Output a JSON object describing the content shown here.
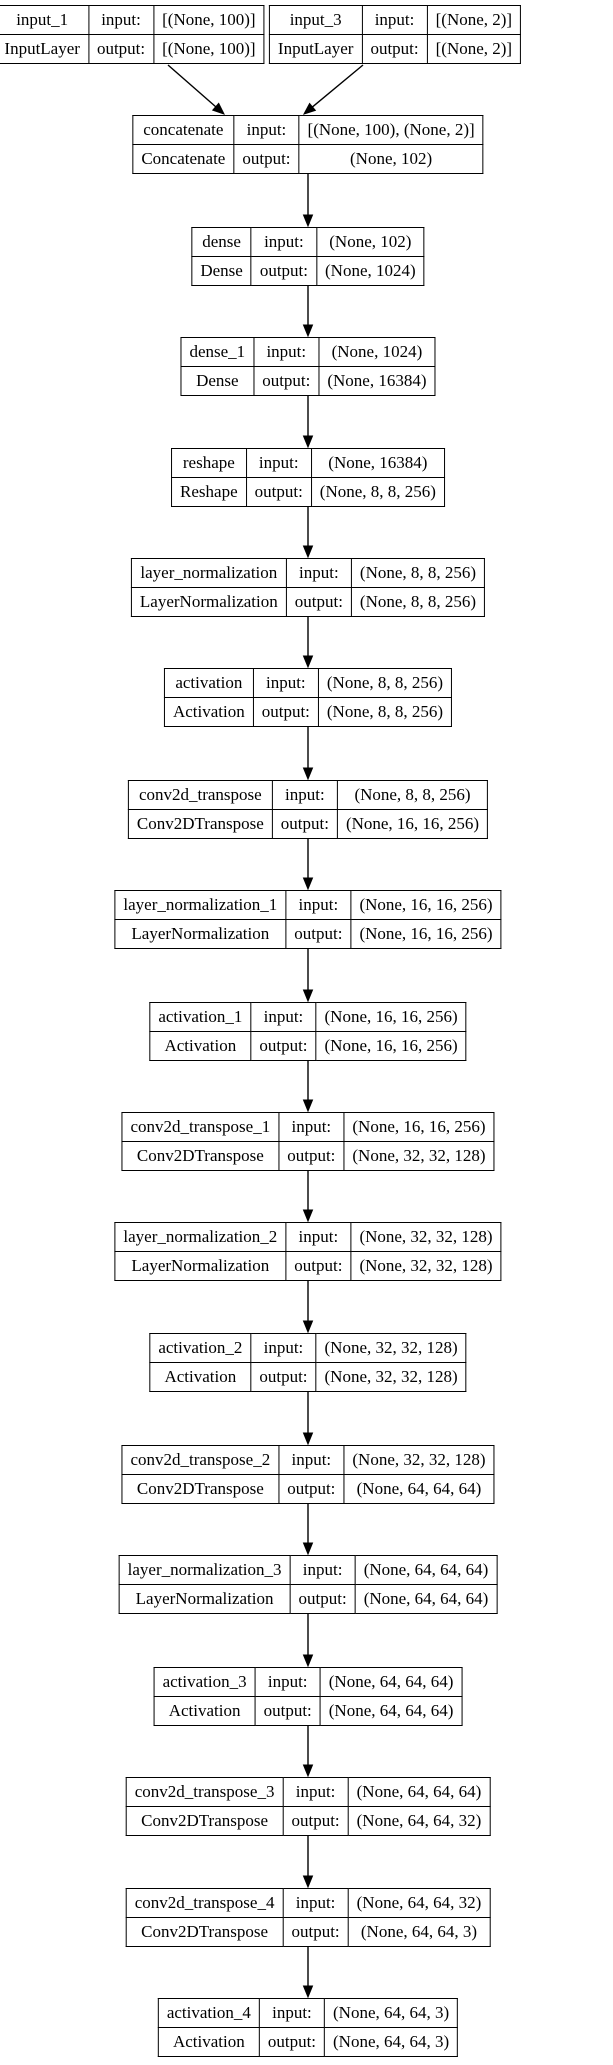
{
  "diagram": {
    "kind": "keras-model-architecture-graph",
    "background_color": "#ffffff",
    "node_border_color": "#000000",
    "text_color": "#000000",
    "labels": {
      "input": "input:",
      "output": "output:"
    },
    "nodes": [
      {
        "name": "input_1",
        "class": "InputLayer",
        "input": "[(None, 100)]",
        "output": "[(None, 100)]"
      },
      {
        "name": "input_3",
        "class": "InputLayer",
        "input": "[(None, 2)]",
        "output": "[(None, 2)]"
      },
      {
        "name": "concatenate",
        "class": "Concatenate",
        "input": "[(None, 100), (None, 2)]",
        "output": "(None, 102)"
      },
      {
        "name": "dense",
        "class": "Dense",
        "input": "(None, 102)",
        "output": "(None, 1024)"
      },
      {
        "name": "dense_1",
        "class": "Dense",
        "input": "(None, 1024)",
        "output": "(None, 16384)"
      },
      {
        "name": "reshape",
        "class": "Reshape",
        "input": "(None, 16384)",
        "output": "(None, 8, 8, 256)"
      },
      {
        "name": "layer_normalization",
        "class": "LayerNormalization",
        "input": "(None, 8, 8, 256)",
        "output": "(None, 8, 8, 256)"
      },
      {
        "name": "activation",
        "class": "Activation",
        "input": "(None, 8, 8, 256)",
        "output": "(None, 8, 8, 256)"
      },
      {
        "name": "conv2d_transpose",
        "class": "Conv2DTranspose",
        "input": "(None, 8, 8, 256)",
        "output": "(None, 16, 16, 256)"
      },
      {
        "name": "layer_normalization_1",
        "class": "LayerNormalization",
        "input": "(None, 16, 16, 256)",
        "output": "(None, 16, 16, 256)"
      },
      {
        "name": "activation_1",
        "class": "Activation",
        "input": "(None, 16, 16, 256)",
        "output": "(None, 16, 16, 256)"
      },
      {
        "name": "conv2d_transpose_1",
        "class": "Conv2DTranspose",
        "input": "(None, 16, 16, 256)",
        "output": "(None, 32, 32, 128)"
      },
      {
        "name": "layer_normalization_2",
        "class": "LayerNormalization",
        "input": "(None, 32, 32, 128)",
        "output": "(None, 32, 32, 128)"
      },
      {
        "name": "activation_2",
        "class": "Activation",
        "input": "(None, 32, 32, 128)",
        "output": "(None, 32, 32, 128)"
      },
      {
        "name": "conv2d_transpose_2",
        "class": "Conv2DTranspose",
        "input": "(None, 32, 32, 128)",
        "output": "(None, 64, 64, 64)"
      },
      {
        "name": "layer_normalization_3",
        "class": "LayerNormalization",
        "input": "(None, 64, 64, 64)",
        "output": "(None, 64, 64, 64)"
      },
      {
        "name": "activation_3",
        "class": "Activation",
        "input": "(None, 64, 64, 64)",
        "output": "(None, 64, 64, 64)"
      },
      {
        "name": "conv2d_transpose_3",
        "class": "Conv2DTranspose",
        "input": "(None, 64, 64, 64)",
        "output": "(None, 64, 64, 32)"
      },
      {
        "name": "conv2d_transpose_4",
        "class": "Conv2DTranspose",
        "input": "(None, 64, 64, 32)",
        "output": "(None, 64, 64, 3)"
      },
      {
        "name": "activation_4",
        "class": "Activation",
        "input": "(None, 64, 64, 3)",
        "output": "(None, 64, 64, 3)"
      }
    ],
    "edges": [
      [
        "input_1",
        "concatenate"
      ],
      [
        "input_3",
        "concatenate"
      ],
      [
        "concatenate",
        "dense"
      ],
      [
        "dense",
        "dense_1"
      ],
      [
        "dense_1",
        "reshape"
      ],
      [
        "reshape",
        "layer_normalization"
      ],
      [
        "layer_normalization",
        "activation"
      ],
      [
        "activation",
        "conv2d_transpose"
      ],
      [
        "conv2d_transpose",
        "layer_normalization_1"
      ],
      [
        "layer_normalization_1",
        "activation_1"
      ],
      [
        "activation_1",
        "conv2d_transpose_1"
      ],
      [
        "conv2d_transpose_1",
        "layer_normalization_2"
      ],
      [
        "layer_normalization_2",
        "activation_2"
      ],
      [
        "activation_2",
        "conv2d_transpose_2"
      ],
      [
        "conv2d_transpose_2",
        "layer_normalization_3"
      ],
      [
        "layer_normalization_3",
        "activation_3"
      ],
      [
        "activation_3",
        "conv2d_transpose_3"
      ],
      [
        "conv2d_transpose_3",
        "conv2d_transpose_4"
      ],
      [
        "conv2d_transpose_4",
        "activation_4"
      ]
    ]
  }
}
